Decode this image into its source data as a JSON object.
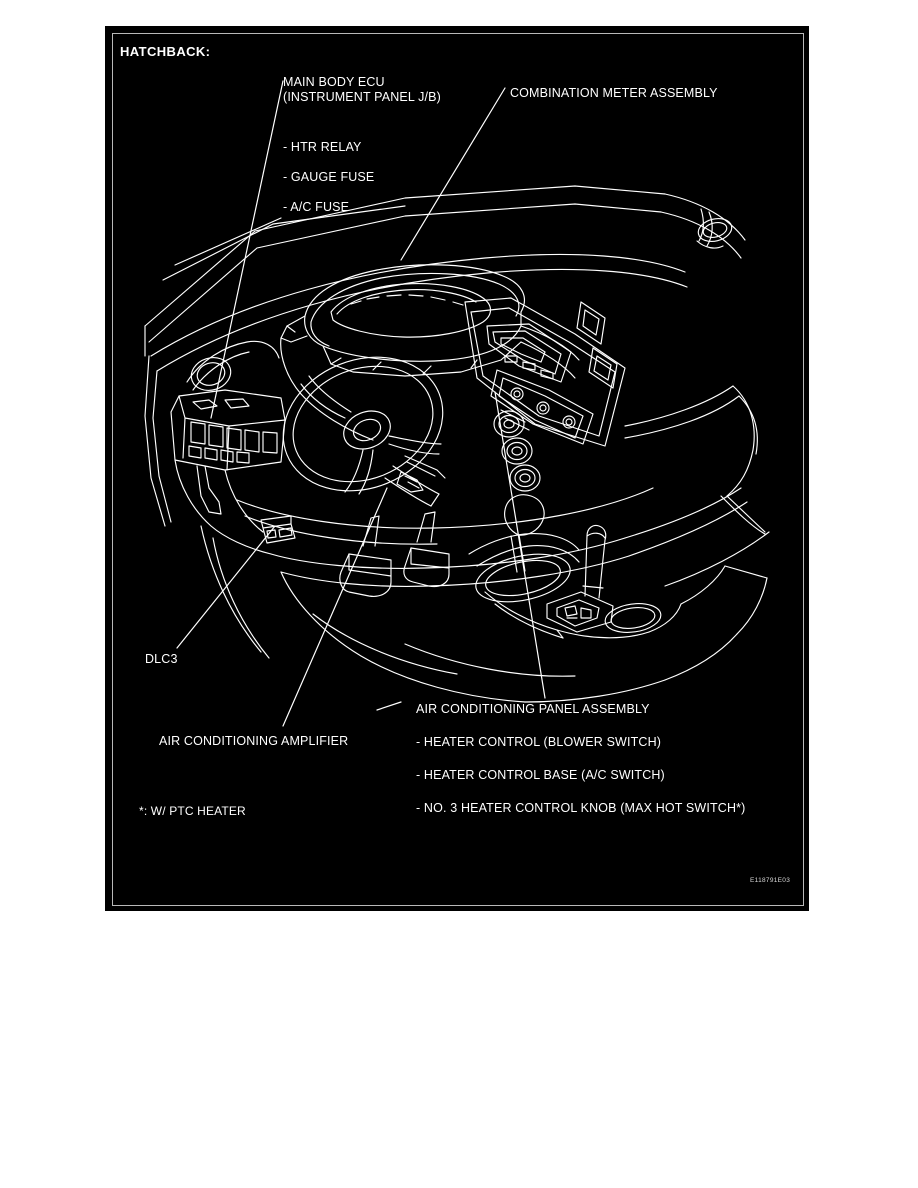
{
  "figure": {
    "title": "HATCHBACK:",
    "diagram_id": "E118791E03",
    "callouts": {
      "main_body_ecu": {
        "line1": "MAIN BODY ECU",
        "line2": "(INSTRUMENT PANEL J/B)",
        "items": [
          "- HTR RELAY",
          "- GAUGE FUSE",
          "- A/C FUSE"
        ]
      },
      "combination_meter": "COMBINATION METER ASSEMBLY",
      "dlc3": "DLC3",
      "ac_amplifier": "AIR CONDITIONING AMPLIFIER",
      "ac_panel": {
        "heading": "AIR CONDITIONING PANEL ASSEMBLY",
        "items": [
          "- HEATER CONTROL (BLOWER SWITCH)",
          "- HEATER CONTROL BASE (A/C SWITCH)",
          "- NO. 3 HEATER CONTROL KNOB (MAX HOT SWITCH*)"
        ]
      },
      "footnote": "*: W/ PTC HEATER"
    },
    "colors": {
      "plate_background": "#000000",
      "line_art": "#ffffff",
      "inner_rule": "#b9b9b9",
      "page_background": "#ffffff"
    }
  }
}
